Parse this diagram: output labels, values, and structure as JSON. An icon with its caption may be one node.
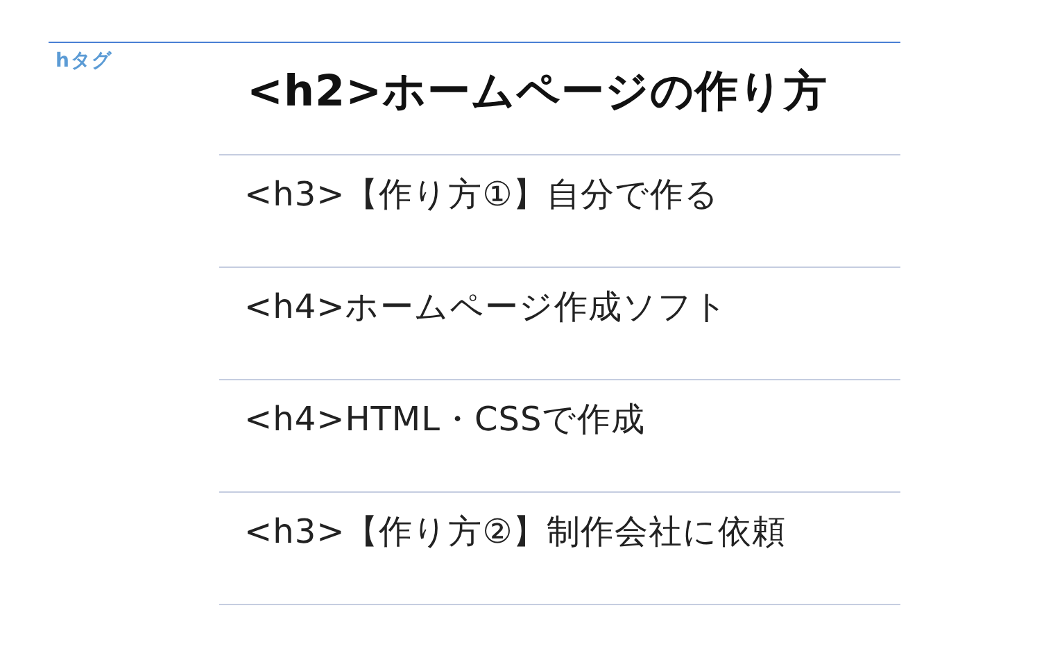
{
  "diagram": {
    "labels": [
      "hタグ",
      "<h2>ホームページの作り方",
      "<h3>【作り方①】自分で作る",
      "<h4>ホームページ作成ソフト",
      "<h4>HTML・CSSで作成",
      "<h3>【作り方②】制作会社に依頼"
    ]
  }
}
